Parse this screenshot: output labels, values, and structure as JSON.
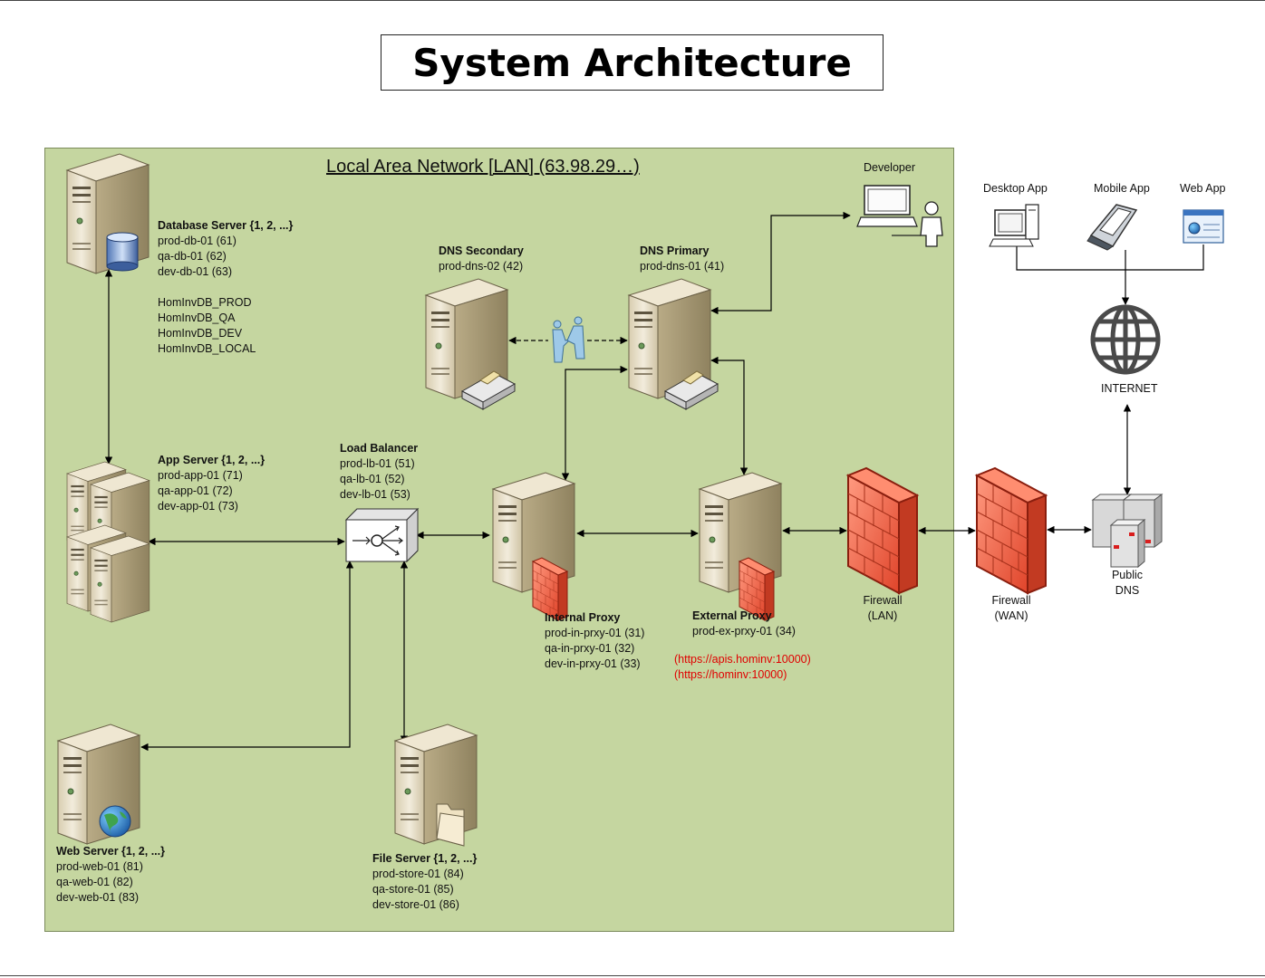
{
  "title": "System Architecture",
  "lan": {
    "title": "Local Area Network [LAN] (63.98.29…)"
  },
  "nodes": {
    "database": {
      "label": "Database Server {1, 2, ...}",
      "hosts": [
        "prod-db-01 (61)",
        "qa-db-01 (62)",
        "dev-db-01 (63)"
      ],
      "databases": [
        "HomInvDB_PROD",
        "HomInvDB_QA",
        "HomInvDB_DEV",
        "HomInvDB_LOCAL"
      ]
    },
    "app": {
      "label": "App Server {1, 2, ...}",
      "hosts": [
        "prod-app-01 (71)",
        "qa-app-01 (72)",
        "dev-app-01 (73)"
      ]
    },
    "web": {
      "label": "Web Server {1, 2, ...}",
      "hosts": [
        "prod-web-01 (81)",
        "qa-web-01 (82)",
        "dev-web-01 (83)"
      ]
    },
    "file": {
      "label": "File Server {1, 2, ...}",
      "hosts": [
        "prod-store-01 (84)",
        "qa-store-01 (85)",
        "dev-store-01 (86)"
      ]
    },
    "load_balancer": {
      "label": "Load Balancer",
      "hosts": [
        "prod-lb-01 (51)",
        "qa-lb-01 (52)",
        "dev-lb-01 (53)"
      ]
    },
    "dns_secondary": {
      "label": "DNS Secondary",
      "hosts": [
        "prod-dns-02 (42)"
      ]
    },
    "dns_primary": {
      "label": "DNS Primary",
      "hosts": [
        "prod-dns-01 (41)"
      ]
    },
    "internal_proxy": {
      "label": "Internal Proxy",
      "hosts": [
        "prod-in-prxy-01 (31)",
        "qa-in-prxy-01 (32)",
        "dev-in-prxy-01 (33)"
      ]
    },
    "external_proxy": {
      "label": "External Proxy",
      "hosts": [
        "prod-ex-prxy-01 (34)"
      ],
      "urls": [
        "(https://apis.hominv:10000)",
        "(https://hominv:10000)"
      ]
    },
    "developer": {
      "label": "Developer"
    },
    "firewall_lan": {
      "label": "Firewall",
      "sub": "(LAN)"
    },
    "firewall_wan": {
      "label": "Firewall",
      "sub": "(WAN)"
    },
    "public_dns": {
      "label": "Public",
      "sub": "DNS"
    },
    "internet": {
      "label": "INTERNET"
    },
    "desktop_app": {
      "label": "Desktop App"
    },
    "mobile_app": {
      "label": "Mobile App"
    },
    "web_app": {
      "label": "Web App"
    }
  },
  "colors": {
    "lan_background": "#c5d6a0",
    "url_text": "#e00000",
    "server_body": "#e6dcc3",
    "firewall": "#f26a4f"
  },
  "icons": [
    "server-tower-icon",
    "database-cylinder-icon",
    "globe-badge-icon",
    "folder-icon",
    "load-balancer-icon",
    "handshake-icon",
    "laptop-icon",
    "person-icon",
    "firewall-brick-icon",
    "desktop-computer-icon",
    "mobile-phone-icon",
    "browser-window-icon",
    "internet-globe-icon",
    "public-dns-cluster-icon"
  ],
  "connections": [
    [
      "database",
      "app"
    ],
    [
      "app",
      "load_balancer"
    ],
    [
      "load_balancer",
      "web"
    ],
    [
      "load_balancer",
      "file"
    ],
    [
      "load_balancer",
      "internal_proxy"
    ],
    [
      "internal_proxy",
      "external_proxy"
    ],
    [
      "internal_proxy",
      "dns_primary"
    ],
    [
      "dns_primary",
      "external_proxy"
    ],
    [
      "dns_primary",
      "developer"
    ],
    [
      "dns_secondary",
      "dns_primary"
    ],
    [
      "external_proxy",
      "firewall_lan"
    ],
    [
      "firewall_lan",
      "firewall_wan"
    ],
    [
      "firewall_wan",
      "public_dns"
    ],
    [
      "public_dns",
      "internet"
    ],
    [
      "internet",
      "desktop_app"
    ],
    [
      "internet",
      "mobile_app"
    ],
    [
      "internet",
      "web_app"
    ]
  ]
}
